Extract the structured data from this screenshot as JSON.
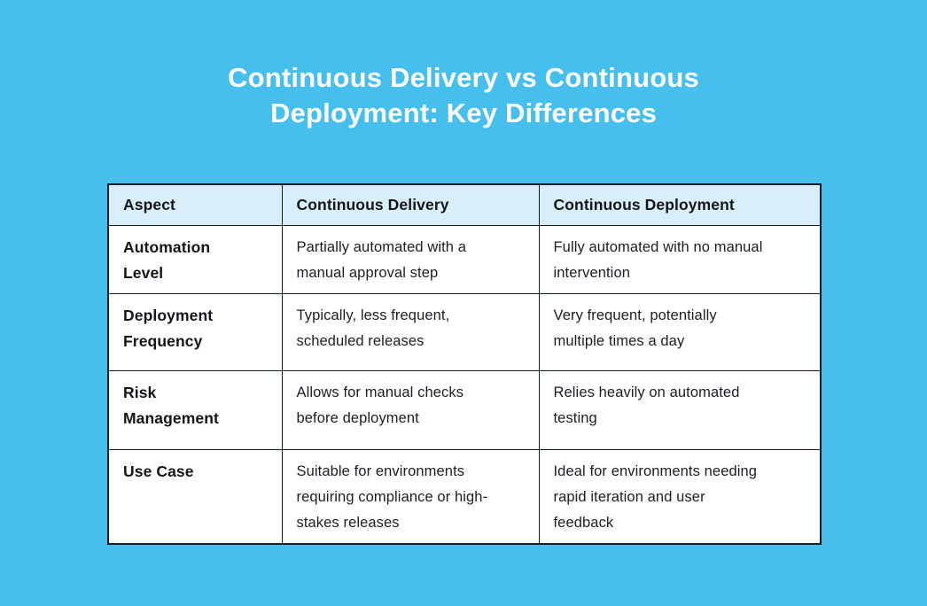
{
  "colors": {
    "page_background": "#47BFEC",
    "table_header_background": "#D9EEF9",
    "table_border": "#0D1B29",
    "cell_background": "#FFFFFF",
    "title_color": "#FFFFFF",
    "body_text_color": "#1B1F24"
  },
  "title": {
    "line1": "Continuous Delivery vs Continuous",
    "line2": "Deployment: Key Differences"
  },
  "table": {
    "headers": [
      "Aspect",
      "Continuous Delivery",
      "Continuous Deployment"
    ],
    "rows": [
      {
        "aspect": "Automation\nLevel",
        "continuous_delivery": "Partially automated with a\nmanual approval step",
        "continuous_deployment": "Fully automated with no manual\nintervention"
      },
      {
        "aspect": "Deployment\nFrequency",
        "continuous_delivery": "Typically, less frequent,\nscheduled releases",
        "continuous_deployment": "Very frequent, potentially\nmultiple times a day"
      },
      {
        "aspect": "Risk\nManagement",
        "continuous_delivery": "Allows for manual checks\nbefore deployment",
        "continuous_deployment": "Relies heavily on automated\ntesting"
      },
      {
        "aspect": "Use Case",
        "continuous_delivery": "Suitable for environments\nrequiring compliance or high-\nstakes releases",
        "continuous_deployment": "Ideal for environments needing\nrapid iteration and user\nfeedback"
      }
    ]
  }
}
